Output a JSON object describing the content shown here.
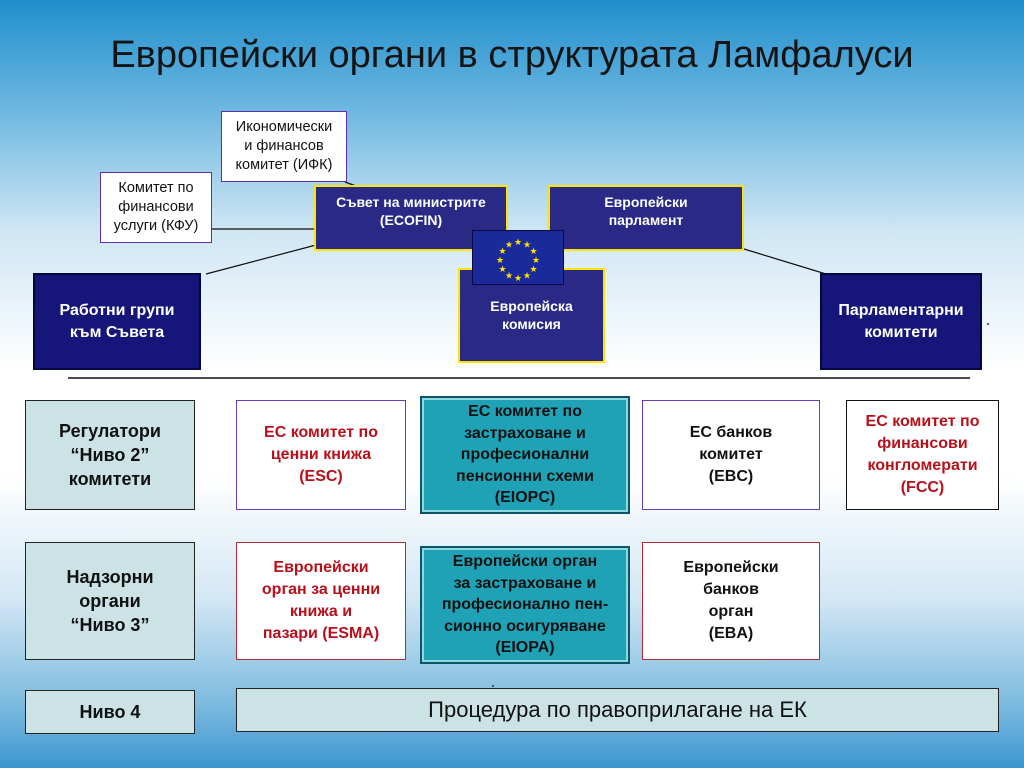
{
  "title": "Европейски органи в структурата Ламфалуси",
  "top": {
    "ecofin_committee": "Икономически\nи финансов\nкомитет (ИФК)",
    "fs_committee": "Комитет по\nфинансови\nуслуги (КФУ)",
    "council": "Съвет на министрите\n(ECOFIN)",
    "parliament": "Европейски\nпарламент",
    "commission": "Европейска\nкомисия",
    "council_working_groups": "Работни групи\nкъм Съвета",
    "parliament_committees": "Парламентарни\nкомитети"
  },
  "level2": {
    "label": "Регулатори\n“Ниво 2”\nкомитети",
    "esc": "ЕС комитет по\nценни книжа\n(ESC)",
    "eiopc": "ЕС комитет по\nзастраховане и\nпрофесионални\nпенсионни схеми\n(EIOPC)",
    "ebc": "ЕС банков\nкомитет\n(EBC)",
    "fcc": "ЕС комитет по\nфинансови\nконгломерати\n(FCC)"
  },
  "level3": {
    "label": "Надзорни\nоргани\n“Ниво 3”",
    "esma": "Европейски\nорган за ценни\nкнижа и\nпазари (ESMA)",
    "eiopa": "Европейски орган\nза застраховане и\nпрофесионално пен-\nсионно осигуряване\n(EIOPA)",
    "eba": "Европейски\nбанков\nорган\n(EBA)"
  },
  "level4": {
    "label": "Ниво 4",
    "procedure": "Процедура по правоприлагане на ЕК"
  },
  "colors": {
    "navy": "#2a2a86",
    "dark_navy": "#15157a",
    "frame_yellow": "#ffe400",
    "teal_label": "#cce3e6",
    "highlight_teal": "#1fa2b6",
    "red_text": "#b8101a"
  },
  "icons": {
    "flag": "eu-flag-icon"
  }
}
